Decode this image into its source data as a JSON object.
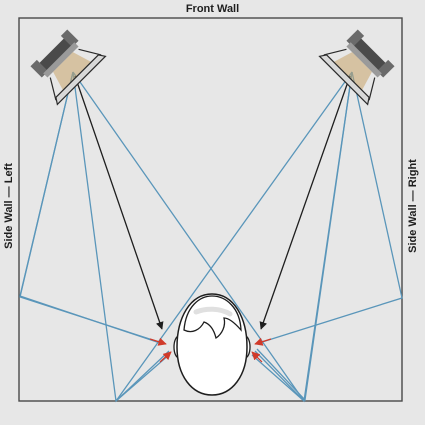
{
  "labels": {
    "front_wall": "Front Wall",
    "side_wall_left": "Side Wall — Left",
    "side_wall_right": "Side Wall — Right"
  },
  "colors": {
    "background": "#e7e7e7",
    "wall": "#4a4a4a",
    "reflection": "#5a96ba",
    "direct_sound": "#1e1e1e",
    "arrival_arrow": "#d03a2a",
    "head_fill": "#ffffff",
    "head_outline": "#1e1e1e",
    "speaker_grey": "#9a9a9a",
    "speaker_dark": "#4a4a4a",
    "speaker_cone": "#c9a46a"
  },
  "icons": {
    "left_speaker": "speaker-icon",
    "right_speaker": "speaker-icon",
    "listener": "listener-head-icon"
  }
}
